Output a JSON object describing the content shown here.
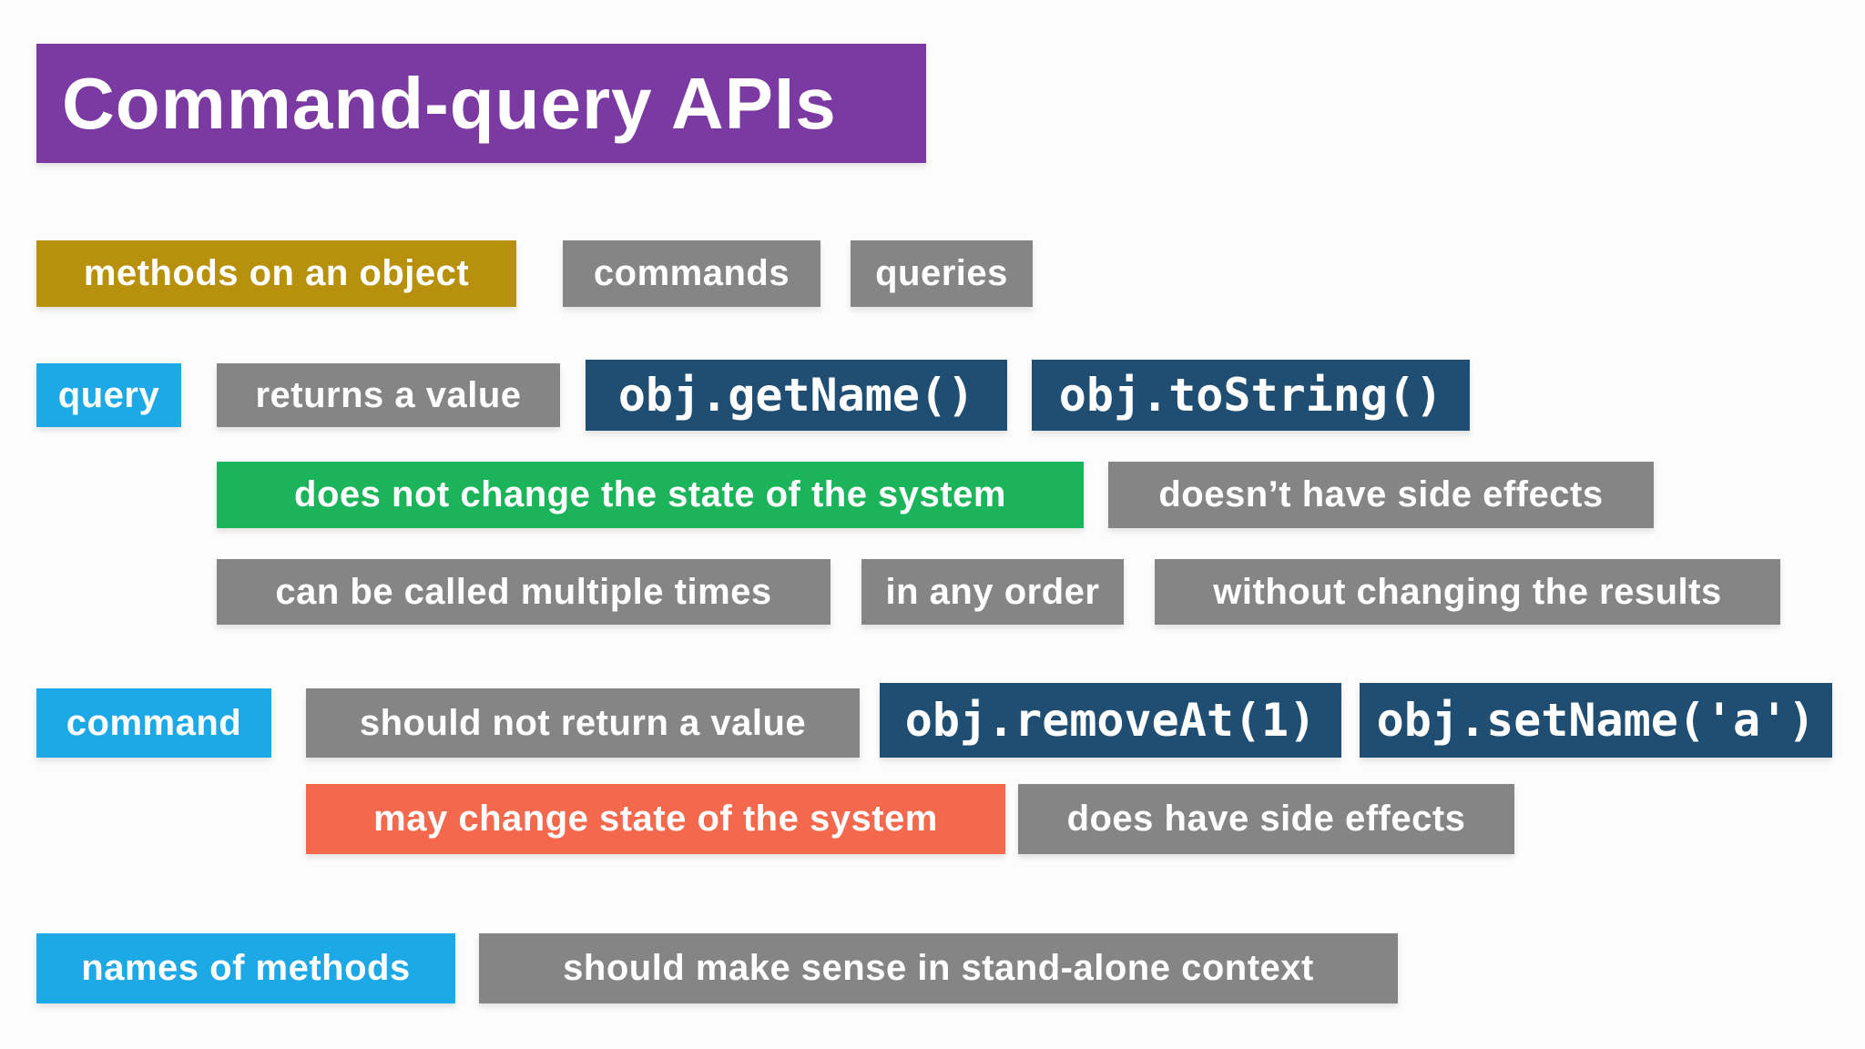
{
  "title": {
    "label": "Command-query APIs"
  },
  "row1": {
    "methods": "methods on an object",
    "commands": "commands",
    "queries": "queries"
  },
  "row2": {
    "query": "query",
    "returns": "returns a value",
    "code_getname": "obj.getName()",
    "code_tostring": "obj.toString()"
  },
  "row3": {
    "no_change": "does not change the state of the system",
    "no_side_effects": "doesn’t have side effects"
  },
  "row4": {
    "multiple_times": "can be called multiple times",
    "any_order": "in any order",
    "without_changing": "without changing the results"
  },
  "row5": {
    "command": "command",
    "no_return": "should not return a value",
    "code_removeat": "obj.removeAt(1)",
    "code_setname": "obj.setName('a')"
  },
  "row6": {
    "may_change": "may change state of the system",
    "side_effects": "does have side effects"
  },
  "row7": {
    "names": "names of methods",
    "standalone": "should make sense in stand-alone context"
  },
  "colors": {
    "purple": "#7a3aa2",
    "gold": "#b8910c",
    "gray": "#858585",
    "blue": "#1ca9e5",
    "navy": "#204e73",
    "green": "#1cb45a",
    "orange": "#f4694e",
    "white_text": "#ffffff"
  }
}
